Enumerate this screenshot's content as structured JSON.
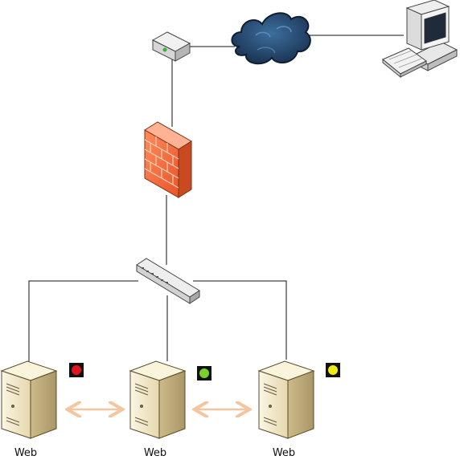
{
  "servers": [
    {
      "label": "Web",
      "status_color": "#e0141e"
    },
    {
      "label": "Web",
      "status_color": "#7bd12b"
    },
    {
      "label": "Web",
      "status_color": "#f2ea16"
    }
  ],
  "colors": {
    "line": "#111111",
    "sync_arrow": "#f3c6a0",
    "cloud": "#2b4f74",
    "firewall": "#f26b3f",
    "server_body": "#f0e5c6"
  },
  "icons": [
    "router-icon",
    "cloud-icon",
    "computer-icon",
    "firewall-icon",
    "switch-icon",
    "server-icon"
  ]
}
